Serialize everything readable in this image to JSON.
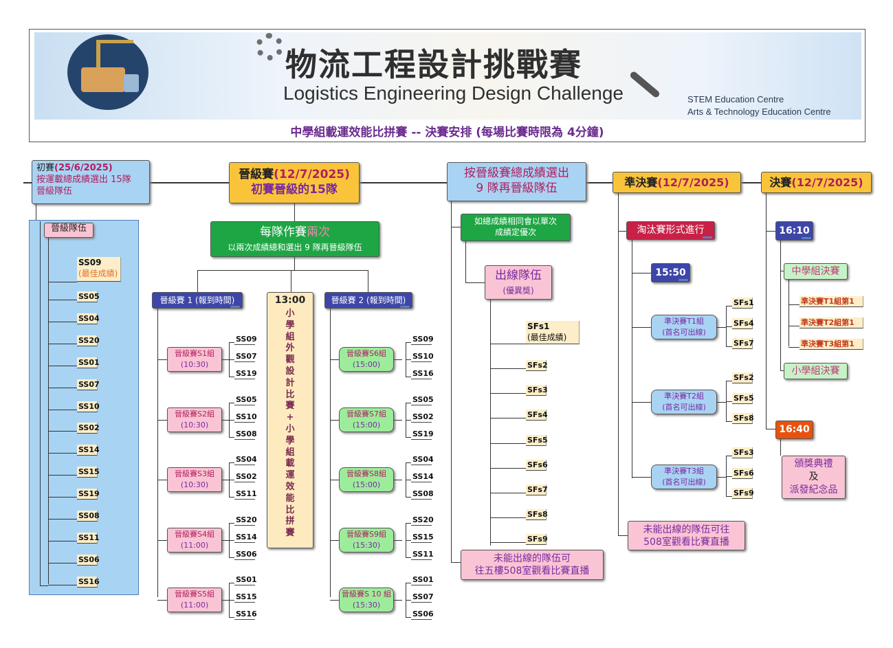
{
  "banner": {
    "title_zh": "物流工程設計挑戰賽",
    "title_en": "Logistics Engineering Design Challenge",
    "centre_1": "STEM Education Centre",
    "centre_2": "Arts & Technology Education Centre",
    "subtitle": "中學組載運效能比拼賽  -- 決賽安排  (每場比賽時限為 4分鐘)"
  },
  "prelim": {
    "title": "初賽",
    "date": "(25/6/2025)",
    "desc_1": "按運載總成績選出 15隊",
    "desc_2": "晉級隊伍",
    "group_label": "晉級隊伍",
    "best_team": "SS09",
    "best_note": "(最佳成績)",
    "teams": [
      "SS05",
      "SS04",
      "SS20",
      "SS01",
      "SS07",
      "SS10",
      "SS02",
      "SS14",
      "SS15",
      "SS19",
      "SS08",
      "SS11",
      "SS06",
      "SS16"
    ]
  },
  "promo": {
    "title": "晉級賽",
    "date": "(12/7/2025)",
    "desc": "初賽晉級的15隊",
    "each_team_a": "每隊作賽",
    "each_team_b": "兩次",
    "each_team_sub": "以兩次成績總和選出 9 隊再晉級隊伍",
    "round1": "晉級賽 1 (報到時間)",
    "round2": "晉級賽 2 (報到時間)",
    "center_time": "13:00",
    "center_chars": [
      "小",
      "學",
      "組",
      "外",
      "觀",
      "設",
      "計",
      "比",
      "賽",
      "+",
      "小",
      "學",
      "組",
      "載",
      "運",
      "效",
      "能",
      "比",
      "拼",
      "賽"
    ],
    "r1_groups": [
      {
        "name": "晉級賽S1組",
        "time": "(10:30)",
        "teams": [
          "SS09",
          "SS07",
          "SS19"
        ]
      },
      {
        "name": "晉級賽S2組",
        "time": "(10:30)",
        "teams": [
          "SS05",
          "SS10",
          "SS08"
        ]
      },
      {
        "name": "晉級賽S3組",
        "time": "(10:30)",
        "teams": [
          "SS04",
          "SS02",
          "SS11"
        ]
      },
      {
        "name": "晉級賽S4組",
        "time": "(11:00)",
        "teams": [
          "SS20",
          "SS14",
          "SS06"
        ]
      },
      {
        "name": "晉級賽S5組",
        "time": "(11:00)",
        "teams": [
          "SS01",
          "SS15",
          "SS16"
        ]
      }
    ],
    "r2_groups": [
      {
        "name": "晉級賽S6組",
        "time": "(15:00)",
        "teams": [
          "SS09",
          "SS10",
          "SS16"
        ]
      },
      {
        "name": "晉級賽S7組",
        "time": "(15:00)",
        "teams": [
          "SS05",
          "SS02",
          "SS19"
        ]
      },
      {
        "name": "晉級賽S8組",
        "time": "(15:00)",
        "teams": [
          "SS04",
          "SS14",
          "SS08"
        ]
      },
      {
        "name": "晉級賽S9組",
        "time": "(15:30)",
        "teams": [
          "SS20",
          "SS15",
          "SS11"
        ]
      },
      {
        "name": "晉級賽S 10 組",
        "time": "(15:30)",
        "teams": [
          "SS01",
          "SS07",
          "SS06"
        ]
      }
    ]
  },
  "select": {
    "title_1": "按晉級賽總成績選出",
    "title_2": "9 隊再晉級隊伍",
    "tie_1": "如總成績相同會以單次",
    "tie_2": "成績定優次",
    "qual_1": "出線隊伍",
    "qual_2": "(優異獎)",
    "best_team": "SFs1",
    "best_note": "(最佳成績)",
    "teams": [
      "SFs2",
      "SFs3",
      "SFs4",
      "SFs5",
      "SFs6",
      "SFs7",
      "SFs8",
      "SFs9"
    ],
    "note_1": "未能出線的隊伍可",
    "note_2": "往五樓508室觀看比賽直播"
  },
  "semi": {
    "title": "準決賽",
    "date": "(12/7/2025)",
    "format": "淘汰賽形式進行",
    "time": "15:50",
    "groups": [
      {
        "name": "準決賽T1組",
        "sub": "(首名可出線)",
        "teams": [
          "SFs1",
          "SFs4",
          "SFs7"
        ]
      },
      {
        "name": "準決賽T2組",
        "sub": "(首名可出線)",
        "teams": [
          "SFs2",
          "SFs5",
          "SFs8"
        ]
      },
      {
        "name": "準決賽T3組",
        "sub": "(首名可出線)",
        "teams": [
          "SFs3",
          "SFs6",
          "SFs9"
        ]
      }
    ],
    "note_1": "未能出線的隊伍可往",
    "note_2": "508室觀看比賽直播"
  },
  "final": {
    "title": "決賽",
    "date": "(12/7/2025)",
    "time_1": "16:10",
    "secondary": "中學組決賽",
    "winners": [
      "準決賽T1組第1",
      "準決賽T2組第1",
      "準決賽T3組第1"
    ],
    "primary": "小學組決賽",
    "time_2": "16:40",
    "award_1": "頒獎典禮",
    "award_2": "及",
    "award_3": "派發紀念品"
  },
  "colors": {
    "orange": "#fac43a",
    "blue": "#a9d3f3",
    "pink": "#f9c4d4",
    "green": "#1ea645",
    "navy": "#3d46a8",
    "crimson": "#c82147",
    "red": "#e8520e"
  }
}
